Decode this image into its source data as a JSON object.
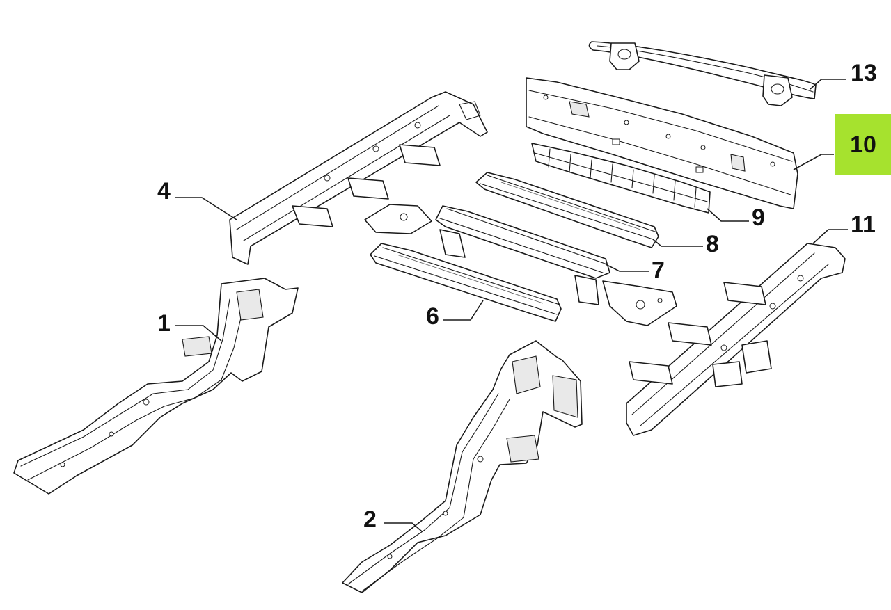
{
  "diagram": {
    "callouts": [
      {
        "id": "c1",
        "label": "1"
      },
      {
        "id": "c2",
        "label": "2"
      },
      {
        "id": "c4",
        "label": "4"
      },
      {
        "id": "c6",
        "label": "6"
      },
      {
        "id": "c7",
        "label": "7"
      },
      {
        "id": "c8",
        "label": "8"
      },
      {
        "id": "c9",
        "label": "9"
      },
      {
        "id": "c10",
        "label": "10"
      },
      {
        "id": "c11",
        "label": "11"
      },
      {
        "id": "c13",
        "label": "13"
      }
    ],
    "highlighted_callout": "10",
    "highlight_color": "#a6e22e",
    "line_color": "#1a1a1a"
  }
}
